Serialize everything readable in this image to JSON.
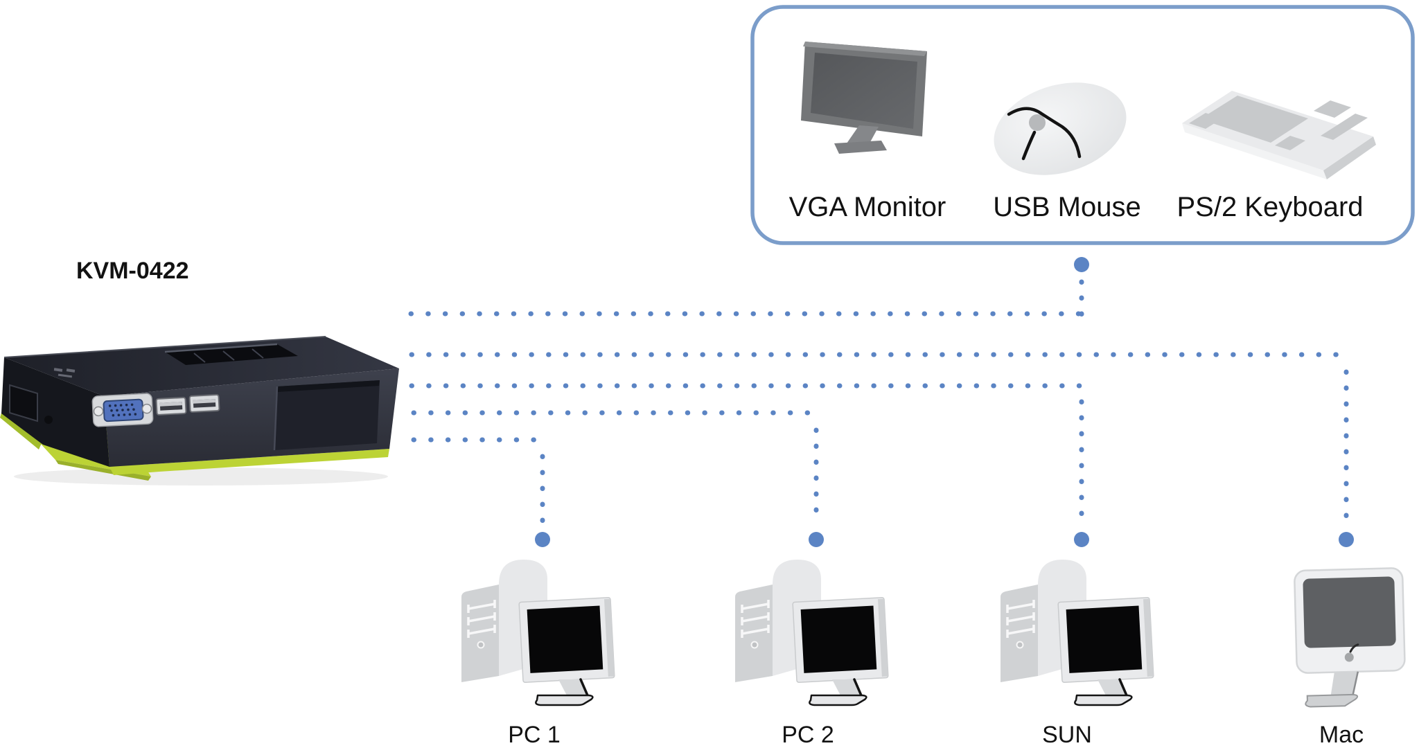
{
  "kvm_switch": {
    "label": "KVM-0422",
    "icon": "kvm-switch-photo"
  },
  "console_box": {
    "items": [
      {
        "label": "VGA Monitor",
        "icon": "vga-monitor-icon"
      },
      {
        "label": "USB Mouse",
        "icon": "usb-mouse-icon"
      },
      {
        "label": "PS/2 Keyboard",
        "icon": "ps2-keyboard-icon"
      }
    ]
  },
  "computers": [
    {
      "label": "PC 1",
      "icon": "desktop-tower-monitor-icon"
    },
    {
      "label": "PC 2",
      "icon": "desktop-tower-monitor-icon"
    },
    {
      "label": "SUN",
      "icon": "desktop-tower-monitor-icon"
    },
    {
      "label": "Mac",
      "icon": "imac-icon"
    }
  ],
  "colors": {
    "connector_blue": "#5b84c4",
    "console_box_border": "#7b9dca",
    "kvm_green": "#bcd335",
    "label_text": "#121212"
  }
}
